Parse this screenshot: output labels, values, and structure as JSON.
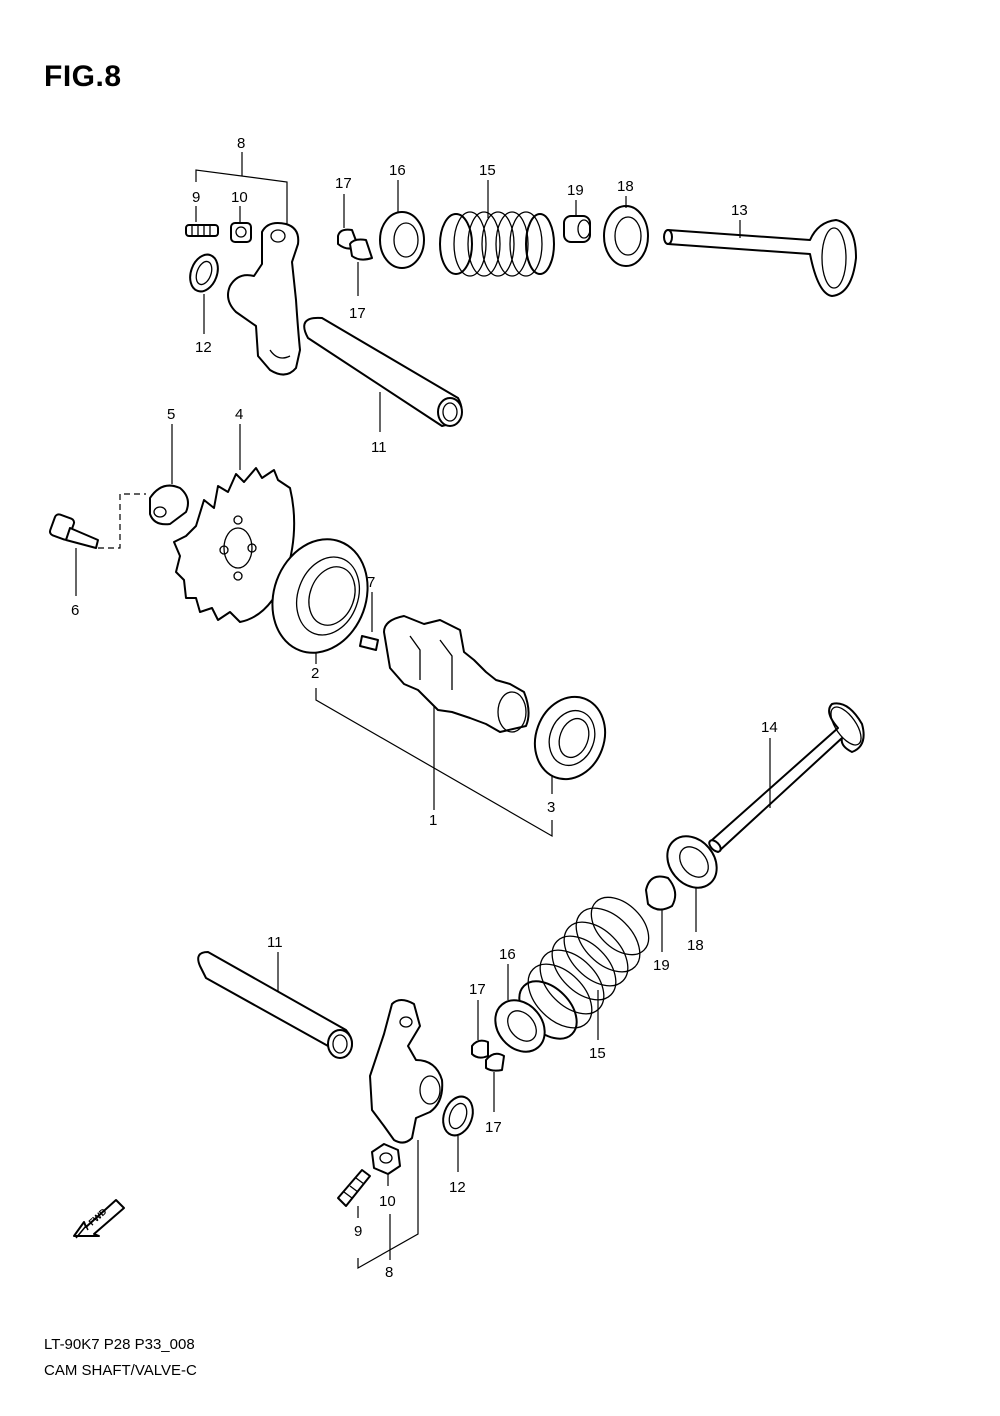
{
  "figure": {
    "title": "FIG.8"
  },
  "footer": {
    "model_code": "LT-90K7 P28 P33_008",
    "caption": "CAM SHAFT/VALVE-C"
  },
  "fwd_marker": {
    "label": "FWD",
    "icon": "forward-arrow-icon"
  },
  "callouts": {
    "c1": "1",
    "c2": "2",
    "c3": "3",
    "c4": "4",
    "c5": "5",
    "c6": "6",
    "c7": "7",
    "c8_top": "8",
    "c9_top": "9",
    "c10_top": "10",
    "c11_top": "11",
    "c12_top": "12",
    "c13": "13",
    "c14": "14",
    "c15_top": "15",
    "c16_top": "16",
    "c17_top_a": "17",
    "c17_top_b": "17",
    "c18_top": "18",
    "c19_top": "19",
    "c8_bot": "8",
    "c9_bot": "9",
    "c10_bot": "10",
    "c11_bot": "11",
    "c12_bot": "12",
    "c15_bot": "15",
    "c16_bot": "16",
    "c17_bot_a": "17",
    "c17_bot_b": "17",
    "c18_bot": "18",
    "c19_bot": "19"
  }
}
